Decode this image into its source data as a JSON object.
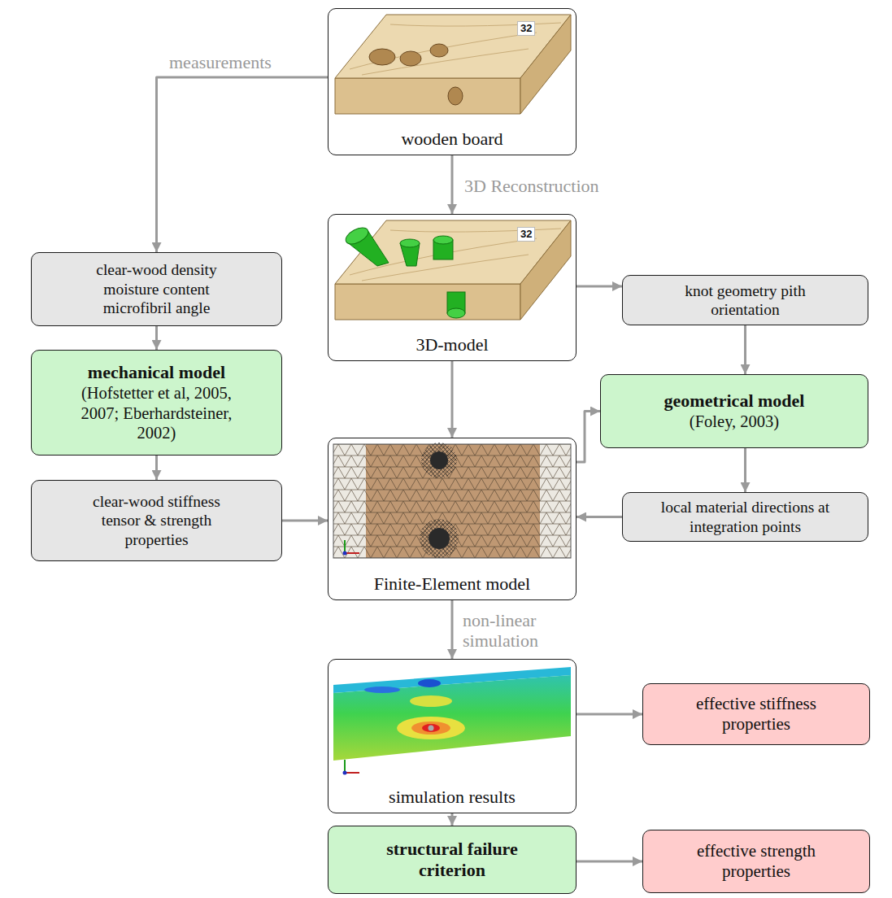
{
  "diagram": {
    "nodes": [
      {
        "text": [
          "wooden board"
        ]
      },
      {
        "text": [
          "clear-wood density moisture content microfibril angle"
        ]
      },
      {
        "text": [
          "3D-model"
        ]
      },
      {
        "text": [
          "knot geometry pith orientation"
        ]
      },
      {
        "text": [
          "mechanical model",
          "(Hofstetter et al, 2005, 2007; Eberhardsteiner, 2002)"
        ]
      },
      {
        "text": [
          "geometrical model",
          "(Foley, 2003)"
        ]
      },
      {
        "text": [
          "Finite-Element model"
        ]
      },
      {
        "text": [
          "clear-wood stiffness tensor & strength properties"
        ]
      },
      {
        "text": [
          "local material directions at integration points"
        ]
      },
      {
        "text": [
          "simulation results"
        ]
      },
      {
        "text": [
          "effective stiffness properties"
        ]
      },
      {
        "text": [
          "structural failure criterion"
        ]
      },
      {
        "text": [
          "effective strength properties"
        ]
      }
    ],
    "edges": [
      {
        "from": 0,
        "to": 1,
        "arrow": "to",
        "label": "measurements"
      },
      {
        "from": 0,
        "to": 2,
        "arrow": "to",
        "label": "3D Reconstruction"
      },
      {
        "from": 2,
        "to": 3,
        "arrow": "to"
      },
      {
        "from": 1,
        "to": 4,
        "arrow": "to"
      },
      {
        "from": 4,
        "to": 7,
        "arrow": "to"
      },
      {
        "from": 7,
        "to": 6,
        "arrow": "to"
      },
      {
        "from": 2,
        "to": 6,
        "arrow": "to"
      },
      {
        "from": 3,
        "to": 5,
        "arrow": "to"
      },
      {
        "from": 6,
        "to": 5,
        "arrow": "to"
      },
      {
        "from": 5,
        "to": 8,
        "arrow": "to"
      },
      {
        "from": 8,
        "to": 6,
        "arrow": "to"
      },
      {
        "from": 6,
        "to": 9,
        "arrow": "to",
        "label": "non-linear simulation"
      },
      {
        "from": 9,
        "to": 10,
        "arrow": "to"
      },
      {
        "from": 9,
        "to": 11,
        "arrow": "to"
      },
      {
        "from": 11,
        "to": 12,
        "arrow": "to"
      }
    ],
    "labels": [
      "32",
      "32"
    ]
  }
}
